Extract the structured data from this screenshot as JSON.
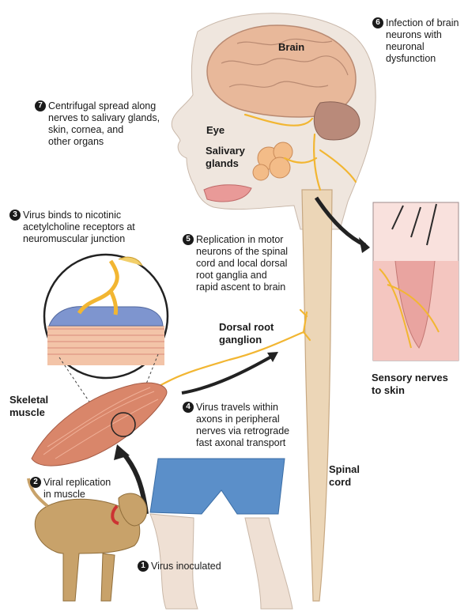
{
  "labels": {
    "brain": "Brain",
    "eye": "Eye",
    "salivary_glands": "Salivary\nglands",
    "dorsal_root_ganglion": "Dorsal root\nganglion",
    "skeletal_muscle": "Skeletal\nmuscle",
    "sensory_nerves": "Sensory nerves\nto skin",
    "spinal_cord": "Spinal\ncord"
  },
  "steps": [
    {
      "number": "1",
      "text": "Virus inoculated"
    },
    {
      "number": "2",
      "text": "Viral replication\nin muscle"
    },
    {
      "number": "3",
      "text": "Virus binds to nicotinic\nacetylcholine receptors at\nneuromuscular junction"
    },
    {
      "number": "4",
      "text": "Virus travels within\naxons in peripheral\nnerves via retrograde\nfast axonal transport"
    },
    {
      "number": "5",
      "text": "Replication in motor\nneurons of the spinal\ncord and local dorsal\nroot ganglia and\nrapid ascent to brain"
    },
    {
      "number": "6",
      "text": "Infection of brain\nneurons with\nneuronal\ndysfunction"
    },
    {
      "number": "7",
      "text": "Centrifugal spread along\nnerves to salivary glands,\nskin, cornea, and\nother organs"
    }
  ],
  "colors": {
    "nerve": "#f2b632",
    "brain": "#e8b89a",
    "cerebellum": "#b98a7a",
    "skin": "#e9d7c7",
    "muscle": "#d9866a",
    "dog": "#c8a26a",
    "shorts": "#5b8fc9",
    "spinal_cord": "#ecd6b7"
  }
}
